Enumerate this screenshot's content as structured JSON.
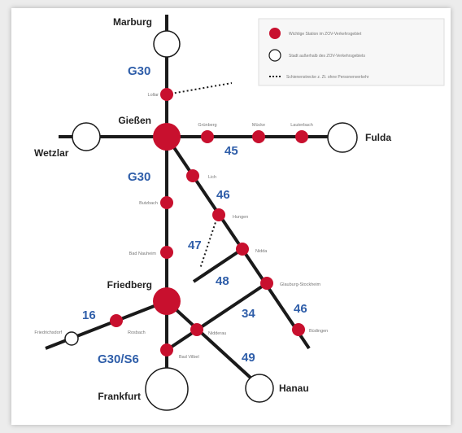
{
  "colors": {
    "track": "#1a1a1a",
    "station": "#c8102e",
    "line_label": "#2f5ea9",
    "city_fill": "#ffffff"
  },
  "legend": {
    "items": [
      {
        "kind": "red-dot",
        "text": "Wichtige Station im ZOV-Verkehrsgebiet"
      },
      {
        "kind": "white-dot",
        "text": "Stadt außerhalb des ZOV-Verkehrsgebiets"
      },
      {
        "kind": "dotted",
        "text": "Schienenstrecke z. Zt. ohne Personenverkehr"
      }
    ]
  },
  "cities": {
    "marburg": "Marburg",
    "giessen": "Gießen",
    "wetzlar": "Wetzlar",
    "fulda": "Fulda",
    "friedberg": "Friedberg",
    "frankfurt": "Frankfurt",
    "hanau": "Hanau"
  },
  "stations": {
    "lollar": "Lollar",
    "gruenberg": "Grünberg",
    "mucke": "Mücke",
    "lauterbach": "Lauterbach",
    "lich": "Lich",
    "butzbach": "Butzbach",
    "hungen": "Hungen",
    "bad_nauheim": "Bad Nauheim",
    "nidda": "Nidda",
    "glauburg": "Glauburg-Stockheim",
    "rosbach": "Rosbach",
    "friedrichsdorf": "Friedrichsdorf",
    "niddatal": "Nidderau",
    "buedingen": "Büdingen",
    "bad_vilbel": "Bad Vilbel"
  },
  "line_labels": {
    "g30_north": "G30",
    "l45": "45",
    "g30_mid": "G30",
    "l46_a": "46",
    "l47": "47",
    "l48": "48",
    "l16": "16",
    "l34": "34",
    "l46_b": "46",
    "g30_s6": "G30/S6",
    "l49": "49"
  }
}
